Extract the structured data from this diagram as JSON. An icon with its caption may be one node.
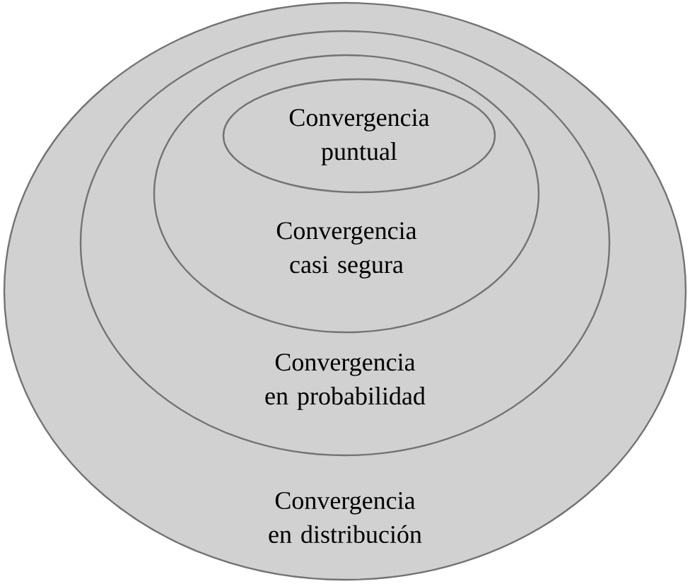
{
  "diagram": {
    "nodes": [
      {
        "text": [
          "Convergencia en distribución"
        ]
      },
      {
        "text": [
          "Convergencia en probabilidad"
        ],
        "in": 0
      },
      {
        "text": [
          "Convergencia casi segura"
        ],
        "in": 1
      },
      {
        "text": [
          "Convergencia puntual"
        ],
        "in": 2
      }
    ]
  }
}
